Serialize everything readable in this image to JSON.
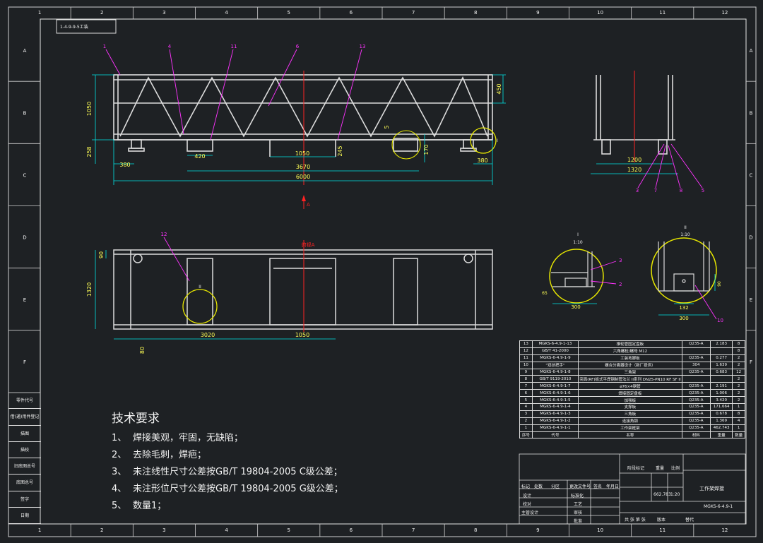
{
  "border": {
    "top_numbers": [
      "1",
      "2",
      "3",
      "4",
      "5",
      "6",
      "7",
      "8",
      "9",
      "10",
      "11",
      "12"
    ],
    "side_letters": [
      "A",
      "B",
      "C",
      "D",
      "E",
      "F"
    ]
  },
  "views": {
    "main_title": "1-4-9-9-5工装",
    "top_view_label": "A",
    "plan_view_label": "俯视A",
    "detail1_title": "I",
    "detail1_scale": "1:10",
    "detail2_title": "II",
    "detail2_scale": "1:10",
    "marker_I": "I",
    "marker_II": "II"
  },
  "dimensions": {
    "overall_length": "6000",
    "span": "3670",
    "center": "1050",
    "end_left": "380",
    "end_right": "380",
    "foot": "420",
    "frame_height": "1050",
    "base_height": "258",
    "upper_height": "450",
    "gap": "170",
    "small": "5",
    "clear": "245",
    "side_width_inner": "1200",
    "side_width_outer": "1320",
    "plan_width": "1320",
    "plan_offset": "80",
    "plan_top": "90",
    "plan_span": "3020",
    "plan_center": "1050",
    "d1_width": "300",
    "d1_small": "65",
    "d2_width": "300",
    "d2_inner": "132",
    "d2_height": "90"
  },
  "balloons": {
    "main": [
      "1",
      "4",
      "11",
      "6",
      "13"
    ],
    "side": [
      "3",
      "7",
      "8",
      "5"
    ],
    "plan": [
      "12"
    ],
    "d1": [
      "3",
      "2"
    ],
    "d2": [
      "10"
    ]
  },
  "technical": {
    "title": "技术要求",
    "items": [
      {
        "num": "1、",
        "text": "焊接美观，牢固，无缺陷；"
      },
      {
        "num": "2、",
        "text": "去除毛刺，焊疤；"
      },
      {
        "num": "3、",
        "text": "未注线性尺寸公差按GB/T 19804-2005 C级公差；"
      },
      {
        "num": "4、",
        "text": "未注形位尺寸公差按GB/T 19804-2005 G级公差；"
      },
      {
        "num": "5、",
        "text": "数量1；"
      }
    ]
  },
  "bom": {
    "rows": [
      [
        "13",
        "MGKS-6-4.9-1-13",
        "推轮管固定盘板",
        "Q235-A",
        "2.183",
        "8"
      ],
      [
        "12",
        "GB/T 41-2000",
        "六角螺栓/螺母 M12",
        "",
        "",
        "8"
      ],
      [
        "11",
        "MGKS-6-4.9-1-9",
        "工装地脚板",
        "Q235-A",
        "0.277",
        "2"
      ],
      [
        "10",
        "\"双扶把手\"",
        "螺合分离器设计（新厂提供）",
        "304",
        "1.639",
        "2"
      ],
      [
        "9",
        "MGKS-6-4.9-1-8",
        "三角架",
        "Q235-A",
        "0.683",
        "12"
      ],
      [
        "8",
        "GB/T 9119-2010",
        "突面(RF)板式平焊钢制管法兰 II系列 DN25-PN10 RF SF II",
        "",
        "",
        "2"
      ],
      [
        "7",
        "MGKS-6-4.9-1-7",
        "ø76×4钢管",
        "Q235-A",
        "2.191",
        "2"
      ],
      [
        "6",
        "MGKS-6-4.9-1-6",
        "焊接固定盘板",
        "Q235-A",
        "1.006",
        "2"
      ],
      [
        "5",
        "MGKS-6-4.9-1-5",
        "加强板",
        "Q235-A",
        "3.420",
        "2"
      ],
      [
        "4",
        "MGKS-6-4.9-1-4",
        "支撑板",
        "Q235-A",
        "171.664",
        "1"
      ],
      [
        "3",
        "MGKS-6-4.9-1-3",
        "三角板",
        "Q235-A",
        "0.678",
        "8"
      ],
      [
        "2",
        "MGKS-6-4.9-1-2",
        "连接角钢",
        "Q235-A",
        "1.369",
        "4"
      ],
      [
        "1",
        "MGKS-6-4.9-1-1",
        "工作架框架",
        "Q235-A",
        "462.743",
        "1"
      ],
      [
        "序号",
        "代号",
        "名称",
        "材料",
        "重量",
        "数量"
      ]
    ]
  },
  "side_labels": [
    "零件代号",
    "借(通)用件登记",
    "描图",
    "描校",
    "旧底图总号",
    "底图总号",
    "签字",
    "日期"
  ],
  "title_block": {
    "mark": "标记",
    "count": "处数",
    "zone": "分区",
    "change_doc": "更改文件号",
    "sign": "签名",
    "date": "年月日",
    "design": "设计",
    "std": "标准化",
    "check": "校对",
    "process": "工艺",
    "chief": "主管设计",
    "review": "审核",
    "approve": "批准",
    "stage_mark": "阶段标记",
    "weight": "重量",
    "scale": "比例",
    "weight_val": "662.783",
    "scale_val": "1:20",
    "name": "工作架焊接",
    "drawing_no": "MGKS-6-4.9-1",
    "sheets": "共 张 第 张",
    "version": "版本",
    "replace": "替代"
  },
  "colors": {
    "background": "#1e2124",
    "lines": "#dcdcdc",
    "dimension": "#00e5e5",
    "dim_text": "#ffff55",
    "balloon": "#ff33ff",
    "center": "#ff2222",
    "detail_circle": "#e8e800",
    "text": "#f2f2f2"
  }
}
